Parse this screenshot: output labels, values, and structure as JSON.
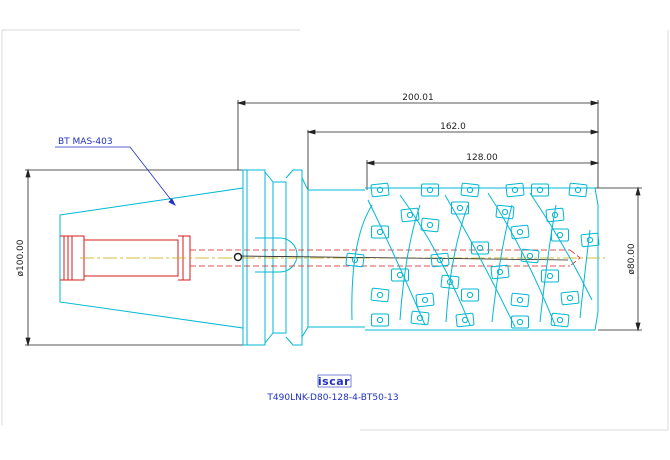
{
  "drawing": {
    "callout": "BT MAS-403",
    "dimensions": {
      "overall_length": "200.01",
      "body_length": "162.0",
      "cutting_length": "128.00",
      "shank_diameter": "ø100.00",
      "cutter_diameter": "ø80.00"
    },
    "brand": "iscar",
    "part_number": "T490LNK-D80-128-4-BT50-13"
  },
  "colors": {
    "outline": "#00b8d4",
    "dimension": "#222222",
    "centerline": "#d81b1b",
    "axis": "#c9a800",
    "annotation": "#2030c0"
  }
}
